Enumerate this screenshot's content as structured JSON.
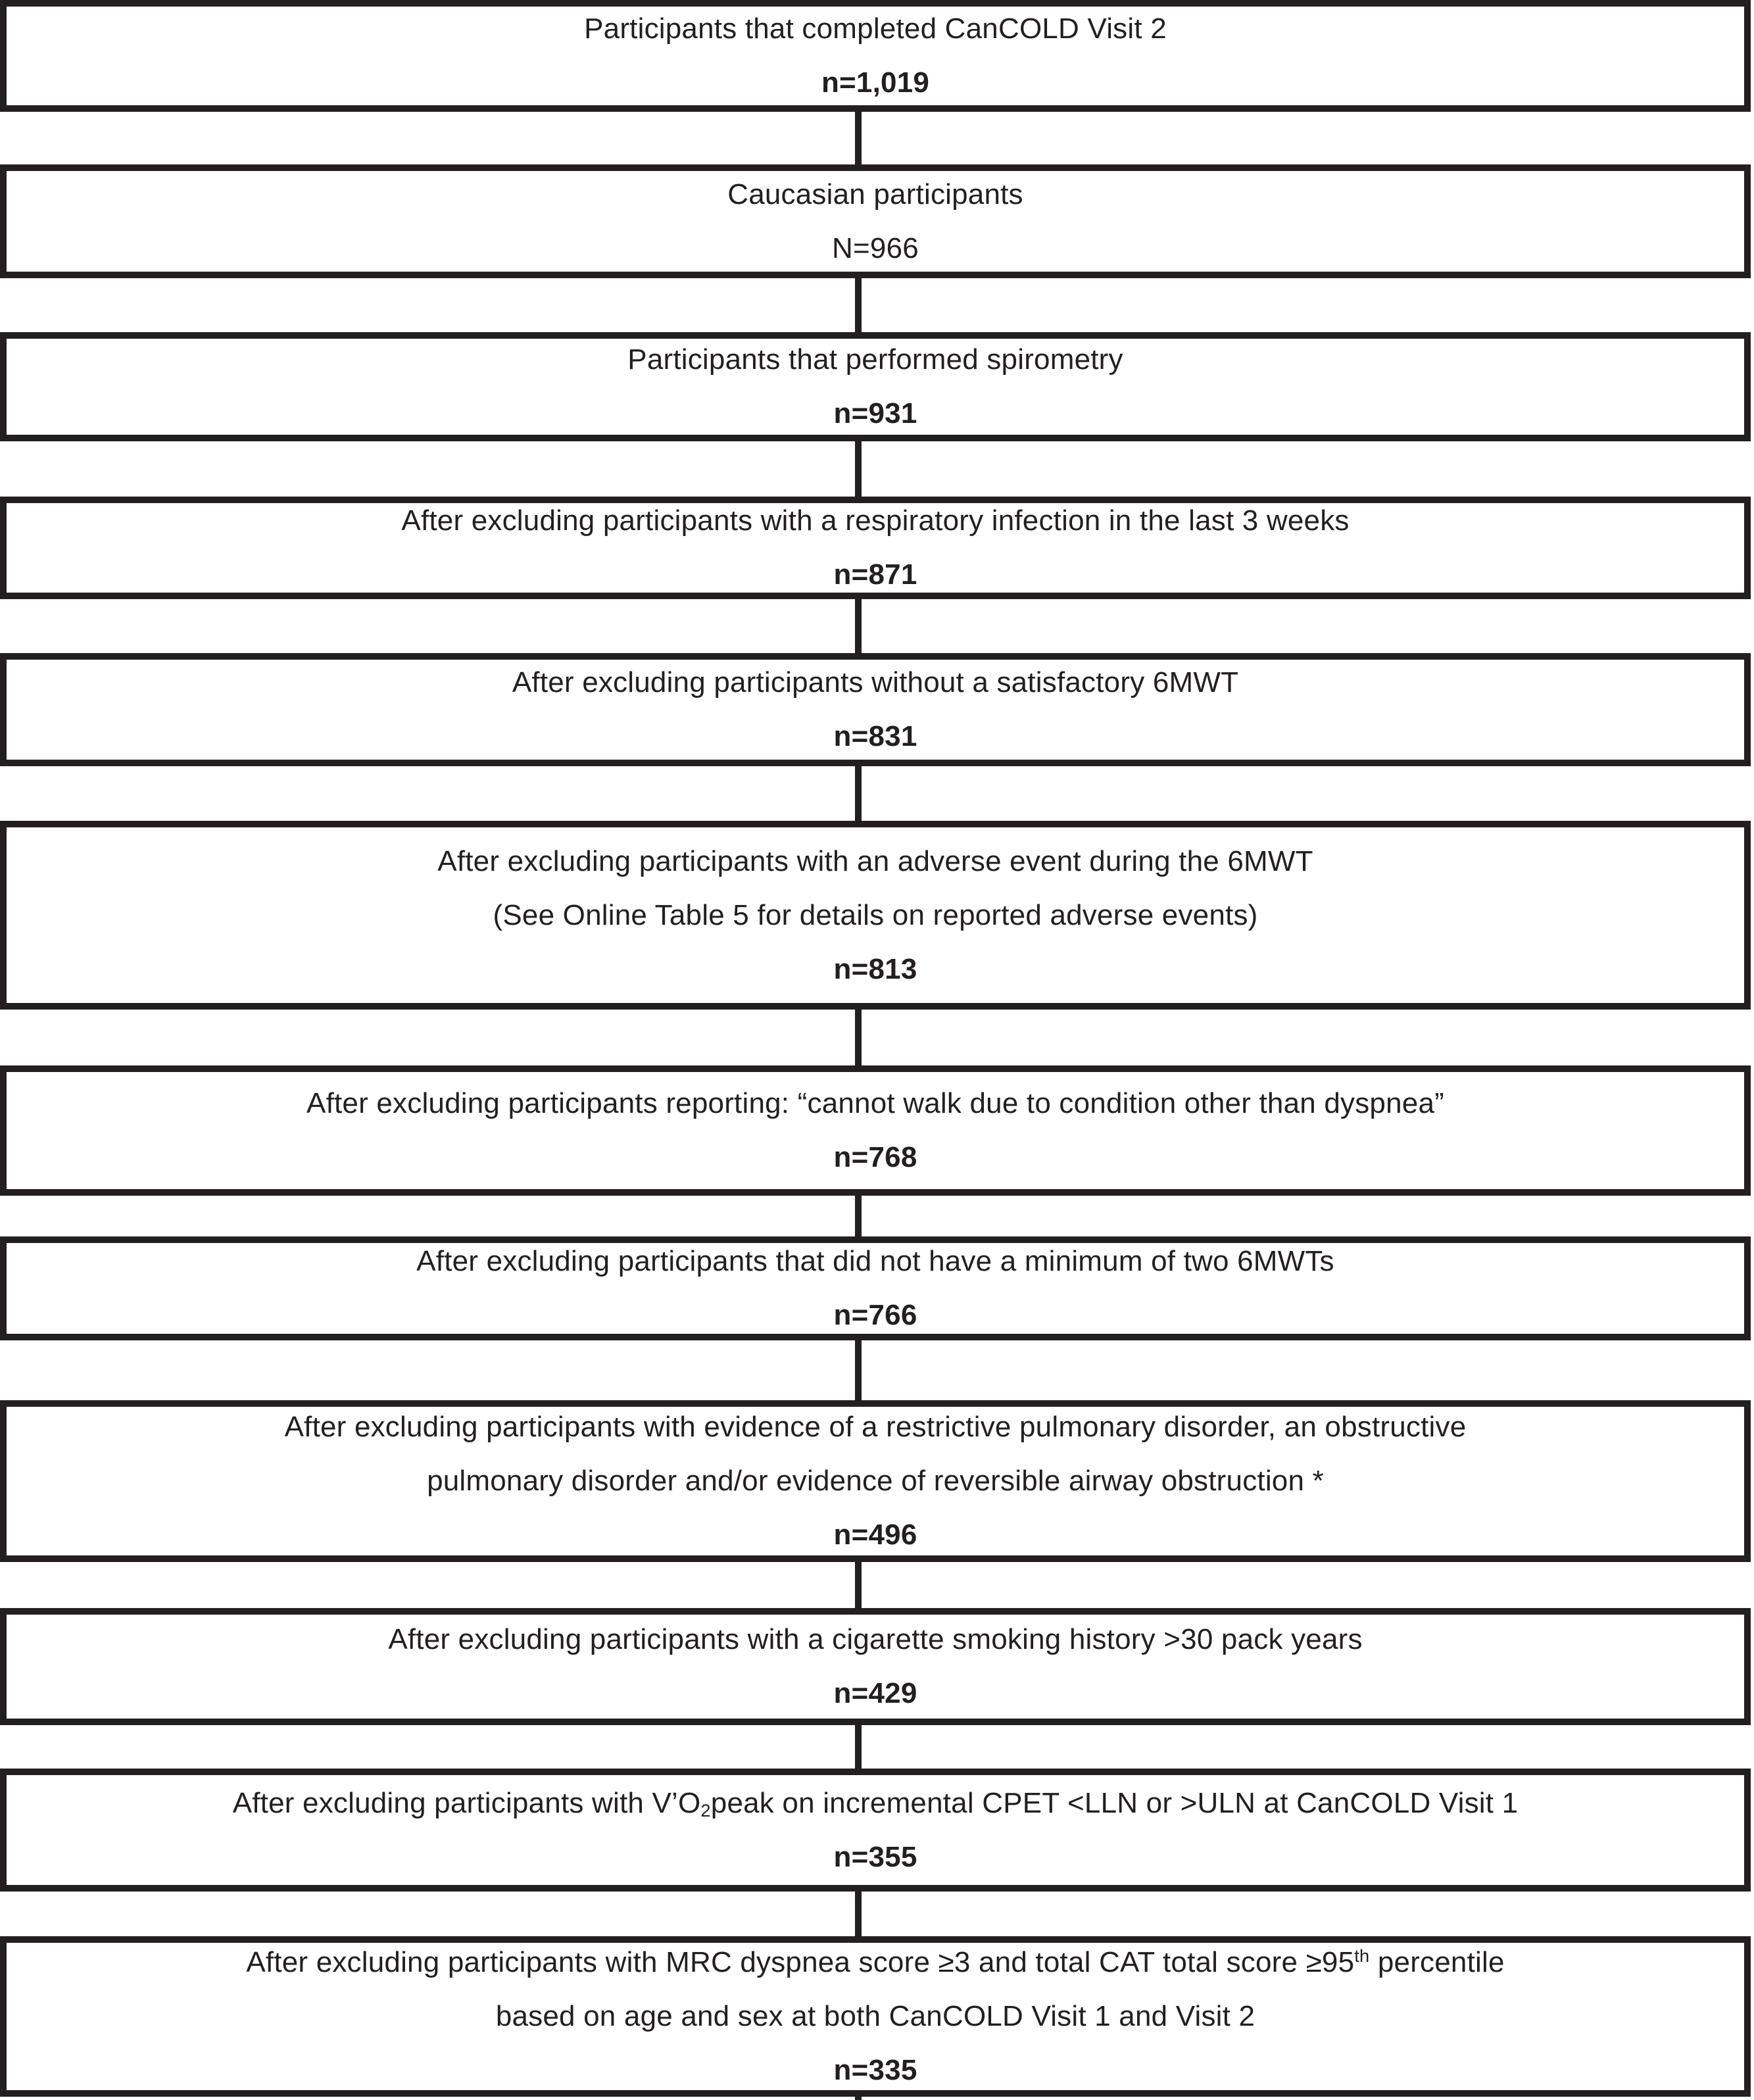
{
  "figure": {
    "kind": "participant-selection-flow-diagram",
    "colors": {
      "line": "#231f20",
      "background": "#ffffff"
    }
  },
  "flow": {
    "boxes": [
      {
        "lines": [
          "Participants that completed CanCOLD Visit 2"
        ],
        "count": "n=1,019"
      },
      {
        "lines": [
          "Caucasian participants"
        ],
        "count": "N=966"
      },
      {
        "lines": [
          "Participants that performed spirometry"
        ],
        "count": "n=931"
      },
      {
        "lines": [
          "After excluding participants with a respiratory infection in the last 3 weeks"
        ],
        "count": "n=871"
      },
      {
        "lines": [
          "After excluding participants without a satisfactory 6MWT"
        ],
        "count": "n=831"
      },
      {
        "lines": [
          "After excluding participants with an adverse event during the 6MWT",
          "(See Online Table 5 for details on reported adverse events)"
        ],
        "count": "n=813"
      },
      {
        "lines": [
          "After excluding participants reporting: “cannot walk due to condition other than dyspnea”"
        ],
        "count": "n=768"
      },
      {
        "lines": [
          "After excluding participants that did not have a minimum of two 6MWTs"
        ],
        "count": "n=766"
      },
      {
        "lines": [
          "After excluding participants with evidence of a restrictive pulmonary disorder, an obstructive",
          "pulmonary disorder and/or evidence of reversible airway obstruction *"
        ],
        "count": "n=496"
      },
      {
        "lines": [
          "After excluding participants with a cigarette smoking history >30 pack years"
        ],
        "count": "n=429"
      },
      {
        "rich": {
          "pre": "After excluding participants with V’O",
          "sub": "2",
          "post": "peak on incremental CPET <LLN or >ULN at CanCOLD Visit 1"
        },
        "count": "n=355"
      },
      {
        "rich": {
          "pre": "After excluding participants with MRC dyspnea score ≥3 and total CAT total score ≥95",
          "sup": "th",
          "post": " percentile"
        },
        "lines": [
          "based on age and sex at both CanCOLD Visit 1 and Visit 2"
        ],
        "count": "n=335"
      }
    ]
  }
}
